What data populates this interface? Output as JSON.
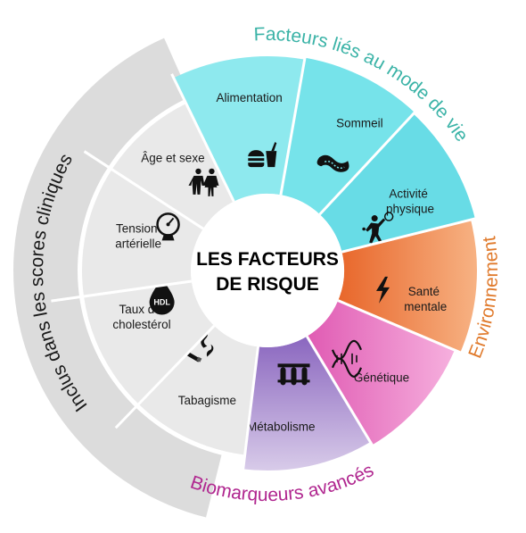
{
  "center": {
    "line1": "LES FACTEURS",
    "line2": "DE RISQUE"
  },
  "groups": {
    "clinical": {
      "label": "Inclus dans les scores cliniques",
      "color": "#1a1a1a",
      "band_color": "#dcdcdc"
    },
    "lifestyle": {
      "label": "Facteurs liés au mode de vie",
      "color": "#3bb3a7"
    },
    "environment": {
      "label": "Environnement",
      "color": "#e07a2c"
    },
    "biomarkers": {
      "label": "Biomarqueurs avancés",
      "color": "#b0268f"
    }
  },
  "segments": [
    {
      "id": "age",
      "lines": [
        "Âge et sexe"
      ],
      "icon": "people-icon",
      "color": "#e9e9e9"
    },
    {
      "id": "food",
      "lines": [
        "Alimentation"
      ],
      "icon": "fast-food-icon",
      "color": "#8ee9ee"
    },
    {
      "id": "sleep",
      "lines": [
        "Sommeil"
      ],
      "icon": "sleep-mask-icon",
      "color": "#76e3ea"
    },
    {
      "id": "activity",
      "lines": [
        "Activité",
        "physique"
      ],
      "icon": "tennis-player-icon",
      "color": "#68dce6"
    },
    {
      "id": "mental",
      "lines": [
        "Santé",
        "mentale"
      ],
      "icon": "lightning-icon",
      "color": "#f49a5c"
    },
    {
      "id": "genetics",
      "lines": [
        "Génétique"
      ],
      "icon": "dna-icon",
      "color": "#ef86c9"
    },
    {
      "id": "metabolism",
      "lines": [
        "Métabolisme"
      ],
      "icon": "test-tubes-icon",
      "color": "#b39bd1"
    },
    {
      "id": "smoking",
      "lines": [
        "Tabagisme"
      ],
      "icon": "cigarette-icon",
      "color": "#e9e9e9"
    },
    {
      "id": "cholesterol",
      "lines": [
        "Taux de",
        "cholestérol"
      ],
      "icon": "hdl-drop-icon",
      "color": "#e9e9e9",
      "icon_text": "HDL"
    },
    {
      "id": "bp",
      "lines": [
        "Tension",
        "artérielle"
      ],
      "icon": "blood-pressure-gauge-icon",
      "color": "#e9e9e9"
    }
  ]
}
